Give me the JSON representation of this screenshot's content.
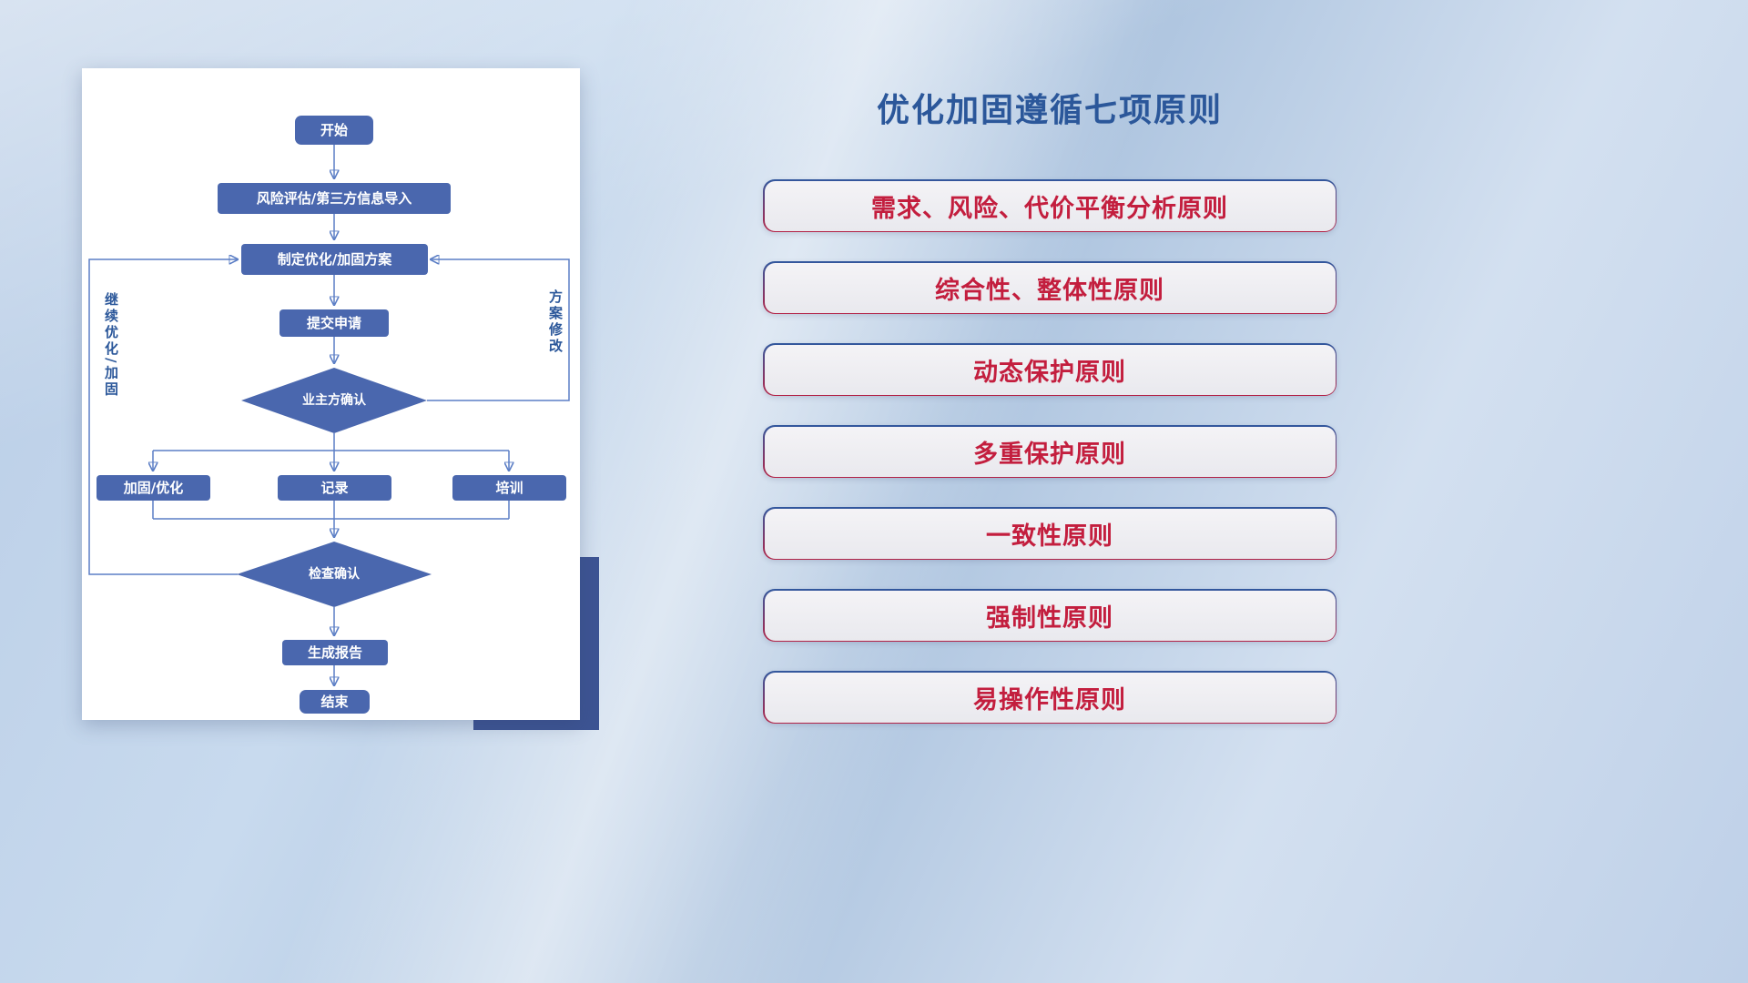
{
  "flowchart": {
    "nodes": {
      "start": "开始",
      "risk_import": "风险评估/第三方信息导入",
      "make_plan": "制定优化/加固方案",
      "submit": "提交申请",
      "owner_confirm": "业主方确认",
      "harden_optimize": "加固/优化",
      "record": "记录",
      "training": "培训",
      "check_confirm": "检查确认",
      "report": "生成报告",
      "end": "结束"
    },
    "side_labels": {
      "continue_optimize": "继续优化/加固",
      "plan_revision": "方案修改"
    }
  },
  "principles": {
    "title": "优化加固遵循七项原则",
    "items": [
      "需求、风险、代价平衡分析原则",
      "综合性、整体性原则",
      "动态保护原则",
      "多重保护原则",
      "一致性原则",
      "强制性原则",
      "易操作性原则"
    ]
  },
  "colors": {
    "node_fill": "#4a67ae",
    "connector": "#5b7ec5",
    "title_blue": "#2b579a",
    "principle_text": "#c31e3e"
  }
}
